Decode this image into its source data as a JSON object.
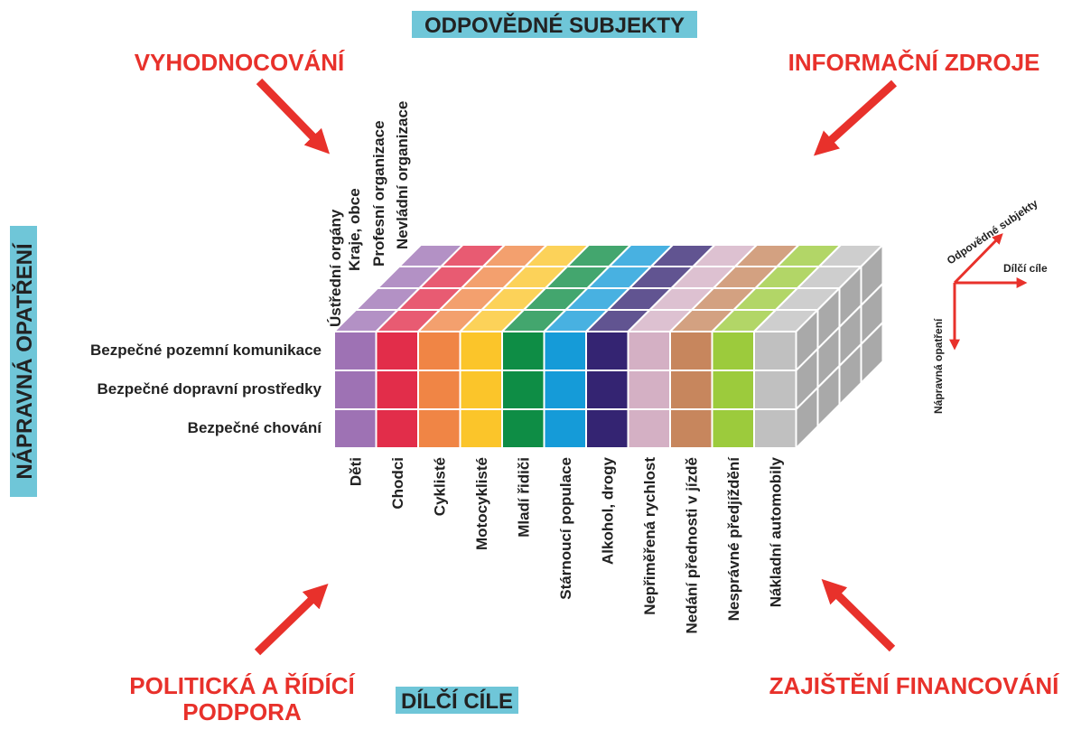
{
  "titles": {
    "top": "ODPOVĚDNÉ SUBJEKTY",
    "bottom": "DÍLČÍ CÍLE",
    "left": "NÁPRAVNÁ OPATŘENÍ"
  },
  "corners": {
    "top_left": "VYHODNOCOVÁNÍ",
    "top_right": "INFORMAČNÍ ZDROJE",
    "bottom_left_line1": "POLITICKÁ A ŘÍDÍCÍ",
    "bottom_left_line2": "PODPORA",
    "bottom_right": "ZAJIŠTĚNÍ FINANCOVÁNÍ"
  },
  "subjects": [
    "Ústřední orgány",
    "Kraje, obce",
    "Profesní organizace",
    "Nevládní organizace"
  ],
  "measures": [
    "Bezpečné pozemní komunikace",
    "Bezpečné dopravní prostředky",
    "Bezpečné chování"
  ],
  "goals": [
    {
      "label": "Děti",
      "color": "#9e72b4"
    },
    {
      "label": "Chodci",
      "color": "#e22d4a"
    },
    {
      "label": "Cyklisté",
      "color": "#f08545"
    },
    {
      "label": "Motocyklisté",
      "color": "#fbc52a"
    },
    {
      "label": "Mladí řidiči",
      "color": "#0e8d45"
    },
    {
      "label": "Stárnoucí populace",
      "color": "#159bd8"
    },
    {
      "label": "Alkohol, drogy",
      "color": "#342472"
    },
    {
      "label": "Nepřiměřená rychlost",
      "color": "#d4b0c4"
    },
    {
      "label": "Nedání přednosti v jízdě",
      "color": "#c7865d"
    },
    {
      "label": "Nesprávné předjíždění",
      "color": "#9ccb3c"
    },
    {
      "label": "Nákladní automobily",
      "color": "#c0c0c0"
    }
  ],
  "axes_legend": {
    "subjects": "Odpovědné subjekty",
    "goals": "Dílčí cíle",
    "measures": "Nápravná opatření"
  },
  "colors": {
    "arrow": "#e8312b",
    "title_bg": "#6fc6d8",
    "side_face": "#a9a9a9"
  }
}
